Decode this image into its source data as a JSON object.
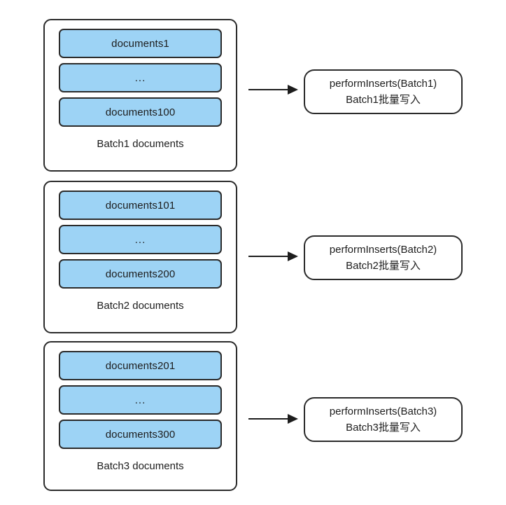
{
  "diagram": {
    "type": "batch-insert-flow",
    "background_color": "#ffffff",
    "box_fill_color": "#9DD3F5",
    "border_color": "#2b2b2b",
    "text_color": "#1d1d1d",
    "groups": [
      {
        "caption": "Batch1 documents",
        "documents": [
          "documents1",
          "...",
          "documents100"
        ],
        "arrow": "→",
        "call": {
          "line1": "performInserts(Batch1)",
          "line2": "Batch1批量写入"
        }
      },
      {
        "caption": "Batch2 documents",
        "documents": [
          "documents101",
          "...",
          "documents200"
        ],
        "arrow": "→",
        "call": {
          "line1": "performInserts(Batch2)",
          "line2": "Batch2批量写入"
        }
      },
      {
        "caption": "Batch3 documents",
        "documents": [
          "documents201",
          "...",
          "documents300"
        ],
        "arrow": "→",
        "call": {
          "line1": "performInserts(Batch3)",
          "line2": "Batch3批量写入"
        }
      }
    ]
  }
}
